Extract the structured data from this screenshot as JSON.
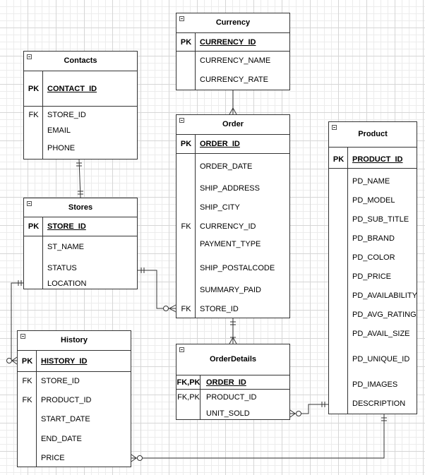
{
  "entities": {
    "currency": {
      "title": "Currency",
      "pk": {
        "key": "PK",
        "field": "CURRENCY_ID"
      },
      "rows": [
        {
          "key": "",
          "field": "CURRENCY_NAME"
        },
        {
          "key": "",
          "field": "CURRENCY_RATE"
        }
      ]
    },
    "contacts": {
      "title": "Contacts",
      "pk": {
        "key": "PK",
        "field": "CONTACT_ID"
      },
      "rows": [
        {
          "key": "FK",
          "field": "STORE_ID"
        },
        {
          "key": "",
          "field": "EMAIL"
        },
        {
          "key": "",
          "field": "PHONE"
        }
      ]
    },
    "order": {
      "title": "Order",
      "pk": {
        "key": "PK",
        "field": "ORDER_ID"
      },
      "rows": [
        {
          "key": "",
          "field": "ORDER_DATE"
        },
        {
          "key": "",
          "field": "SHIP_ADDRESS"
        },
        {
          "key": "",
          "field": "SHIP_CITY"
        },
        {
          "key": "FK",
          "field": "CURRENCY_ID"
        },
        {
          "key": "",
          "field": "PAYMENT_TYPE"
        },
        {
          "key": "",
          "field": "SHIP_POSTALCODE"
        },
        {
          "key": "",
          "field": "SUMMARY_PAID"
        },
        {
          "key": "FK",
          "field": "STORE_ID"
        }
      ]
    },
    "product": {
      "title": "Product",
      "pk": {
        "key": "PK",
        "field": "PRODUCT_ID"
      },
      "rows": [
        {
          "key": "",
          "field": "PD_NAME"
        },
        {
          "key": "",
          "field": "PD_MODEL"
        },
        {
          "key": "",
          "field": "PD_SUB_TITLE"
        },
        {
          "key": "",
          "field": "PD_BRAND"
        },
        {
          "key": "",
          "field": "PD_COLOR"
        },
        {
          "key": "",
          "field": "PD_PRICE"
        },
        {
          "key": "",
          "field": "PD_AVAILABILITY"
        },
        {
          "key": "",
          "field": "PD_AVG_RATING"
        },
        {
          "key": "",
          "field": "PD_AVAIL_SIZE"
        },
        {
          "key": "",
          "field": "PD_UNIQUE_ID"
        },
        {
          "key": "",
          "field": "PD_IMAGES"
        },
        {
          "key": "",
          "field": "DESCRIPTION"
        }
      ]
    },
    "stores": {
      "title": "Stores",
      "pk": {
        "key": "PK",
        "field": "STORE_ID"
      },
      "rows": [
        {
          "key": "",
          "field": "ST_NAME"
        },
        {
          "key": "",
          "field": "STATUS"
        },
        {
          "key": "",
          "field": "LOCATION"
        }
      ]
    },
    "history": {
      "title": "History",
      "pk": {
        "key": "PK",
        "field": "HISTORY_ID"
      },
      "rows": [
        {
          "key": "FK",
          "field": "STORE_ID"
        },
        {
          "key": "FK",
          "field": "PRODUCT_ID"
        },
        {
          "key": "",
          "field": "START_DATE"
        },
        {
          "key": "",
          "field": "END_DATE"
        },
        {
          "key": "",
          "field": "PRICE"
        }
      ]
    },
    "orderdetails": {
      "title": "OrderDetails",
      "pk": {
        "key": "FK,PK",
        "field": "ORDER_ID"
      },
      "rows": [
        {
          "key": "FK,PK",
          "field": "PRODUCT_ID"
        },
        {
          "key": "",
          "field": "UNIT_SOLD"
        }
      ]
    }
  },
  "relationships": [
    {
      "from": "order",
      "to": "currency",
      "from_end": "many",
      "to_end": "one"
    },
    {
      "from": "contacts",
      "to": "stores",
      "from_end": "one-mandatory",
      "to_end": "one-mandatory"
    },
    {
      "from": "stores",
      "to": "order",
      "from_end": "one-mandatory",
      "to_end": "zero-or-many"
    },
    {
      "from": "stores",
      "to": "history",
      "from_end": "one-mandatory",
      "to_end": "zero-or-many"
    },
    {
      "from": "order",
      "to": "orderdetails",
      "from_end": "one-mandatory",
      "to_end": "one-or-many"
    },
    {
      "from": "product",
      "to": "orderdetails",
      "from_end": "one-mandatory",
      "to_end": "zero-or-many"
    },
    {
      "from": "product",
      "to": "history",
      "from_end": "one-mandatory",
      "to_end": "zero-or-many"
    }
  ]
}
